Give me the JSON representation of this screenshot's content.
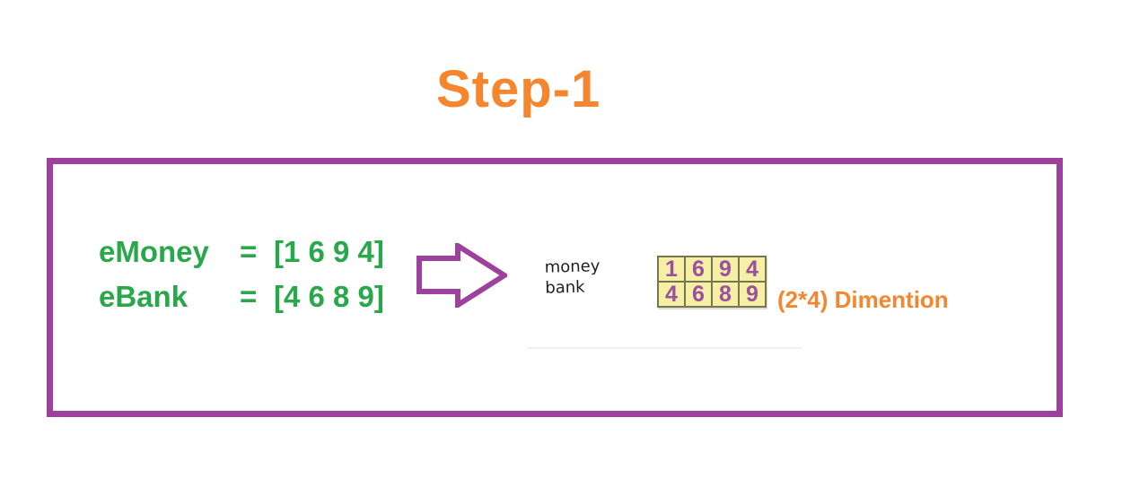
{
  "page": {
    "title": "Step-1"
  },
  "diagram": {
    "equations": [
      {
        "name": "eMoney",
        "operator": "=",
        "value": "[1 6 9 4]"
      },
      {
        "name": "eBank",
        "operator": "=",
        "value": "[4 6 8 9]"
      }
    ],
    "handwritten_labels": {
      "line1": "money",
      "line2": "bank"
    },
    "matrix": {
      "rows": [
        [
          "1",
          "6",
          "9",
          "4"
        ],
        [
          "4",
          "6",
          "8",
          "9"
        ]
      ]
    },
    "dimension_label": "(2*4) Dimention"
  },
  "colors": {
    "title_orange": "#F6862D",
    "equation_green": "#28A84A",
    "frame_purple": "#9E409E",
    "arrow_purple": "#9E409E",
    "matrix_cell_bg": "#F6EFA6",
    "matrix_digit_purple": "#9B4F9F",
    "matrix_border_olive": "#76764F"
  }
}
